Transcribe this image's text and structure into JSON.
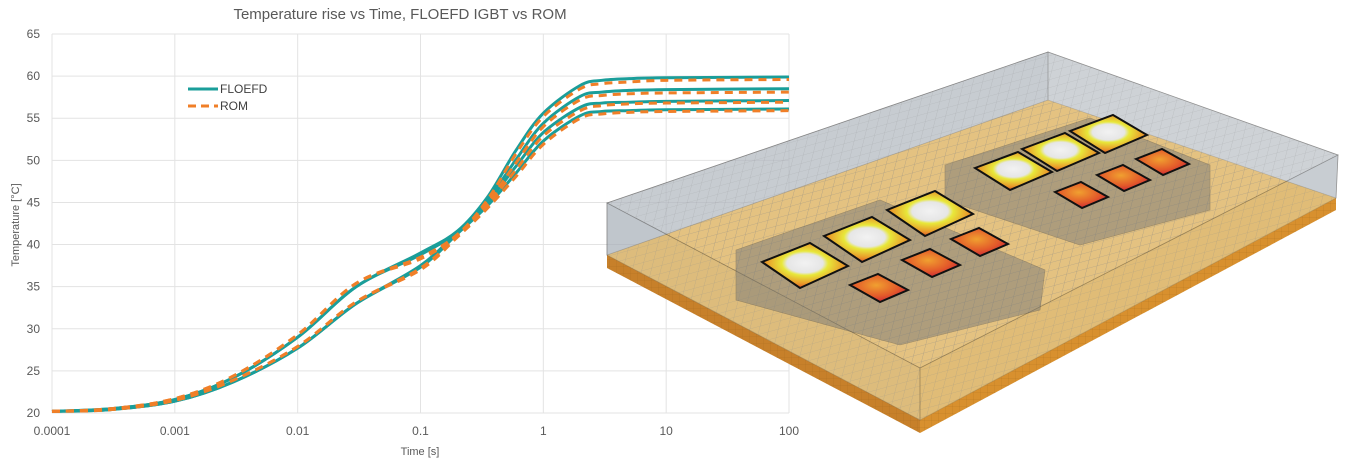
{
  "chart_data": {
    "type": "line",
    "title": "Temperature rise vs Time, FLOEFD IGBT vs ROM",
    "xlabel": "Time [s]",
    "ylabel": "Temperature [°C]",
    "xscale": "log",
    "xlim": [
      0.0001,
      100
    ],
    "ylim": [
      20,
      65
    ],
    "xticks": [
      "0.0001",
      "0.001",
      "0.01",
      "0.1",
      "1",
      "10",
      "100"
    ],
    "yticks": [
      "20",
      "25",
      "30",
      "35",
      "40",
      "45",
      "50",
      "55",
      "60",
      "65"
    ],
    "grid": true,
    "legend_position": "top-left",
    "legend": [
      {
        "name": "FLOEFD",
        "style": "solid",
        "color": "#1a9e9a"
      },
      {
        "name": "ROM",
        "style": "dashed",
        "color": "#f07f28"
      }
    ],
    "x": [
      0.0001,
      0.0003,
      0.001,
      0.003,
      0.01,
      0.03,
      0.1,
      0.2,
      0.35,
      0.6,
      1,
      2,
      3,
      5,
      10,
      100
    ],
    "series": [
      {
        "name": "FLOEFD",
        "curve": 1,
        "values": [
          20.2,
          20.5,
          21.6,
          24.2,
          29.0,
          35.0,
          39.0,
          41.6,
          45.6,
          51.2,
          55.6,
          58.9,
          59.5,
          59.7,
          59.8,
          59.9
        ]
      },
      {
        "name": "FLOEFD",
        "curve": 2,
        "values": [
          20.2,
          20.5,
          21.6,
          24.2,
          29.0,
          35.0,
          38.8,
          41.5,
          45.2,
          50.1,
          54.4,
          57.6,
          58.1,
          58.3,
          58.4,
          58.5
        ]
      },
      {
        "name": "FLOEFD",
        "curve": 3,
        "values": [
          20.2,
          20.4,
          21.4,
          23.7,
          27.7,
          33.0,
          37.5,
          41.5,
          45.0,
          49.3,
          53.3,
          56.3,
          56.8,
          56.9,
          57.0,
          57.1
        ]
      },
      {
        "name": "FLOEFD",
        "curve": 4,
        "values": [
          20.2,
          20.4,
          21.4,
          23.7,
          27.7,
          33.0,
          37.3,
          41.3,
          44.6,
          48.5,
          52.3,
          55.3,
          55.8,
          55.9,
          56.0,
          56.1
        ]
      },
      {
        "name": "ROM",
        "curve": 1,
        "values": [
          20.2,
          20.5,
          21.7,
          24.4,
          29.3,
          35.4,
          38.5,
          41.2,
          45.3,
          50.8,
          55.2,
          58.5,
          59.1,
          59.3,
          59.5,
          59.6
        ]
      },
      {
        "name": "ROM",
        "curve": 2,
        "values": [
          20.2,
          20.5,
          21.7,
          24.4,
          29.3,
          35.4,
          38.3,
          41.1,
          44.9,
          49.7,
          54.0,
          57.2,
          57.7,
          57.9,
          58.0,
          58.1
        ]
      },
      {
        "name": "ROM",
        "curve": 3,
        "values": [
          20.2,
          20.4,
          21.5,
          23.9,
          27.9,
          33.2,
          37.2,
          41.1,
          44.7,
          48.9,
          52.9,
          55.9,
          56.5,
          56.7,
          56.8,
          56.9
        ]
      },
      {
        "name": "ROM",
        "curve": 4,
        "values": [
          20.2,
          20.4,
          21.5,
          23.9,
          27.9,
          33.2,
          37.0,
          40.9,
          44.3,
          48.1,
          51.9,
          55.0,
          55.5,
          55.7,
          55.8,
          55.9
        ]
      }
    ]
  },
  "colors": {
    "floefd": "#1a9e9a",
    "rom": "#f07f28",
    "grid": "#e3e3e3",
    "slab": "#f2b24a",
    "box": "#9aa3ad"
  }
}
